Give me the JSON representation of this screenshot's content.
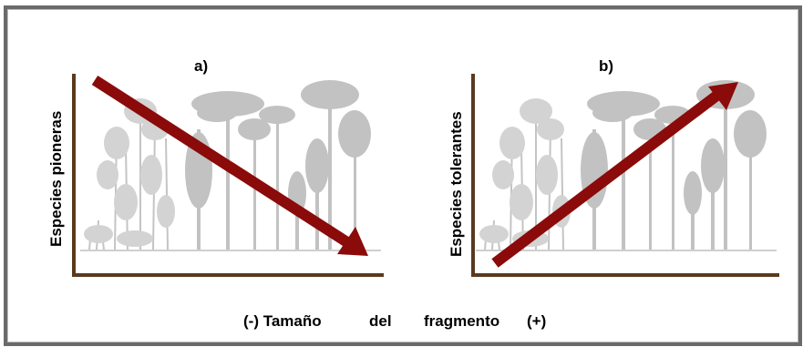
{
  "panels": [
    {
      "label": "a)",
      "y_axis_label": "Especies pioneras",
      "arrow_direction": "down-right"
    },
    {
      "label": "b)",
      "y_axis_label": "Especies tolerantes",
      "arrow_direction": "up-right"
    }
  ],
  "x_caption": {
    "part1": "(-) Tamaño",
    "part2": "del",
    "part3": "fragmento",
    "part4": "(+)"
  },
  "colors": {
    "axis": "#5a3a1e",
    "arrow": "#8b0a0a",
    "trees": "#c8c8c8",
    "frame": "#6a6a6a"
  }
}
